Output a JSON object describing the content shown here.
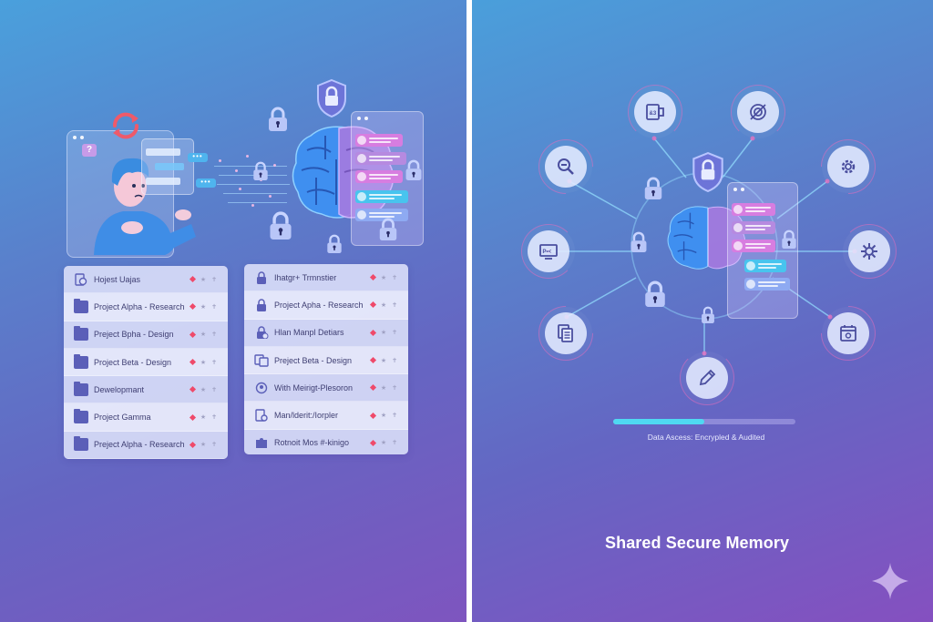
{
  "colors": {
    "left_bg_top": "#4aa0dc",
    "left_bg_bottom": "#7e55bf",
    "right_bg_top": "#4a9fdb",
    "right_bg_bottom": "#8550c0",
    "divider": "#ffffff",
    "accent_cyan": "#4fd9f2",
    "accent_pink": "#e66ebe",
    "flag_red": "#ef4a6a",
    "folder_blue": "#5b5fb8",
    "list_text": "#3e3e72"
  },
  "left_panel": {
    "illustration": {
      "user_window_icon": "question-mark-icon",
      "question_glyph": "?",
      "refresh_icon": "refresh-icon",
      "chat_bubble_glyph": "•••",
      "center_icon": "brain-icon",
      "shield_icon": "shield-lock-icon"
    },
    "list_left": {
      "rows": [
        {
          "icon": "document-gear-icon",
          "label": "Hojest Uajas"
        },
        {
          "icon": "folder-icon",
          "label": "Project Alpha - Research"
        },
        {
          "icon": "folder-icon",
          "label": "Preject Bpha - Design"
        },
        {
          "icon": "folder-icon",
          "label": "Project Beta - Design"
        },
        {
          "icon": "folder-icon",
          "label": "Dewelopmant"
        },
        {
          "icon": "folder-icon",
          "label": "Project Gamma"
        },
        {
          "icon": "folder-icon",
          "label": "Preject Alpha - Research"
        }
      ]
    },
    "list_right": {
      "rows": [
        {
          "icon": "lock-icon",
          "label": "Ihatgr+ Trmnstier"
        },
        {
          "icon": "lock-icon",
          "label": "Project Apha - Research"
        },
        {
          "icon": "lock-icon",
          "label": "Hlan Manpl Detiars"
        },
        {
          "icon": "documents-icon",
          "label": "Preject Beta - Design"
        },
        {
          "icon": "user-refresh-icon",
          "label": "With Meirigt-Plesoron"
        },
        {
          "icon": "document-search-icon",
          "label": "Man/lderit:/Iorpler"
        },
        {
          "icon": "puzzle-icon",
          "label": "Rotnoit Mos #-kinigo"
        }
      ]
    },
    "row_actions": {
      "flag_icon": "flag-diamond-icon",
      "star_glyph": "★",
      "pin_glyph": "✝"
    }
  },
  "right_panel": {
    "nodes": [
      {
        "icon": "file-video-icon",
        "label": "&3"
      },
      {
        "icon": "target-off-icon"
      },
      {
        "icon": "zoom-out-icon"
      },
      {
        "icon": "gear-icon"
      },
      {
        "icon": "monitor-code-icon",
        "label": "P•<"
      },
      {
        "icon": "settings-sun-icon"
      },
      {
        "icon": "documents-icon"
      },
      {
        "icon": "calendar-icon"
      },
      {
        "icon": "pencil-icon"
      }
    ],
    "progress": {
      "percent": 50
    },
    "status_text": "Data Ascess: Encrypled & Audited",
    "title": "Shared Secure Memory",
    "sparkle_icon": "sparkle-icon"
  }
}
